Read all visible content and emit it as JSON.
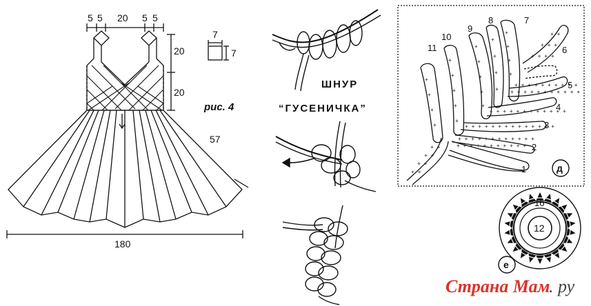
{
  "dress": {
    "top_segments": [
      "5",
      "5",
      "20",
      "5",
      "5"
    ],
    "side_dims": [
      "20",
      "20"
    ],
    "hem_dim": "57",
    "width_dim": "180",
    "figure_label": "рис. 4",
    "cell_dims": [
      "7",
      "7"
    ]
  },
  "cord": {
    "title_1": "ШНУР",
    "title_2": "“ГУСЕНИЧКА”"
  },
  "leaf": {
    "row_numbers": [
      "1",
      "2",
      "3",
      "4",
      "5",
      "6",
      "7",
      "8",
      "9",
      "10",
      "11"
    ],
    "panel_label": "д"
  },
  "flower": {
    "inner_number": "12",
    "top_number": "16",
    "panel_label": "е"
  },
  "watermark": {
    "text": "Страна Мам",
    "suffix": ". ру"
  },
  "colors": {
    "line": "#111111",
    "watermark": "#d9342b"
  }
}
